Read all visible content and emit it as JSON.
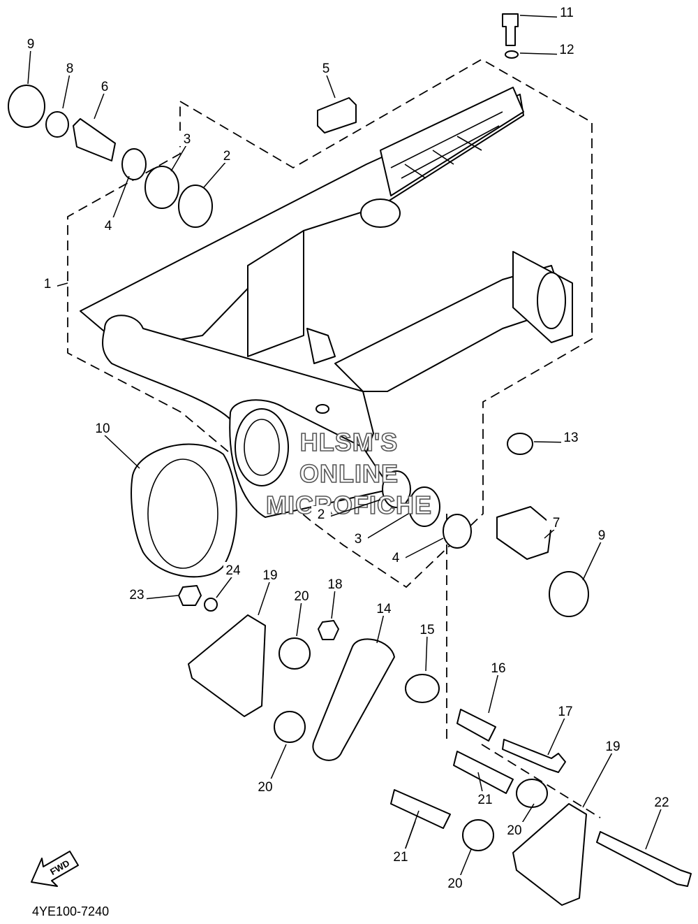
{
  "diagram": {
    "reference_code": "4YE100-7240",
    "fwd_label": "FWD",
    "watermark": [
      "HLSM'S",
      "ONLINE",
      "MICROFICHE"
    ],
    "callouts": [
      "1",
      "2",
      "3",
      "4",
      "5",
      "6",
      "7",
      "8",
      "9",
      "10",
      "11",
      "12",
      "13",
      "14",
      "15",
      "16",
      "17",
      "18",
      "19",
      "20",
      "21",
      "22",
      "23",
      "24",
      "2",
      "3",
      "4",
      "9",
      "19",
      "20",
      "20",
      "20",
      "21",
      "21"
    ]
  }
}
